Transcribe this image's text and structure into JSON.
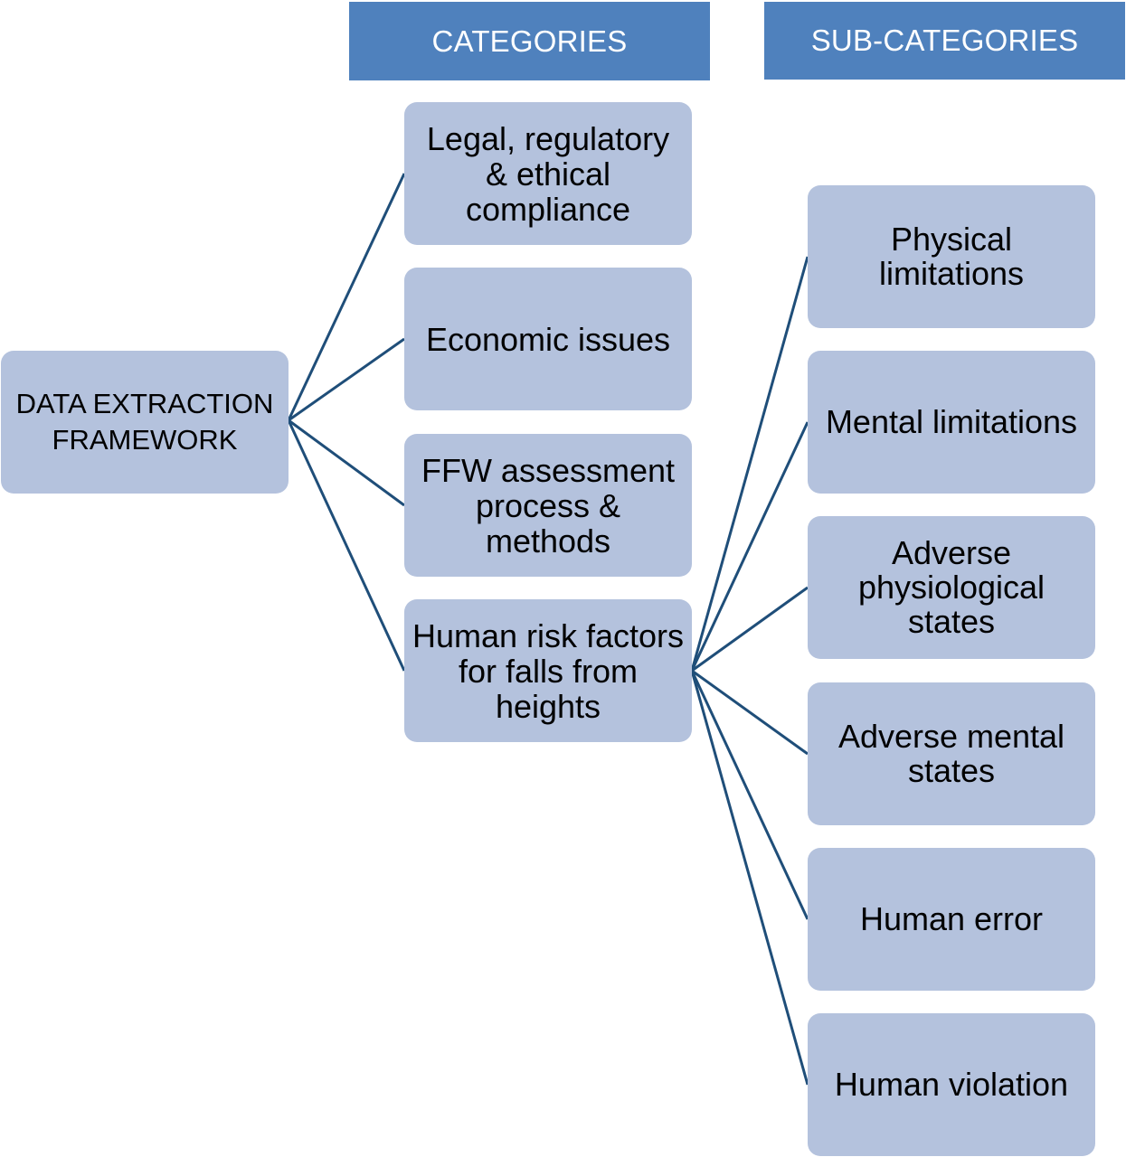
{
  "headers": {
    "categories": "CATEGORIES",
    "sub_categories": "SUB-CATEGORIES"
  },
  "root": {
    "label": "DATA EXTRACTION FRAMEWORK"
  },
  "categories": [
    {
      "label": "Legal, regulatory & ethical compliance"
    },
    {
      "label": "Economic issues"
    },
    {
      "label": "FFW assessment process & methods"
    },
    {
      "label": "Human risk factors for falls from heights"
    }
  ],
  "sub_categories": [
    {
      "label": "Physical limitations"
    },
    {
      "label": "Mental limitations"
    },
    {
      "label": "Adverse physiological states"
    },
    {
      "label": "Adverse mental states"
    },
    {
      "label": "Human error"
    },
    {
      "label": "Human violation"
    }
  ],
  "colors": {
    "header_fill": "#4f81bd",
    "node_fill": "#b4c2dd",
    "connector": "#1f4e79"
  }
}
